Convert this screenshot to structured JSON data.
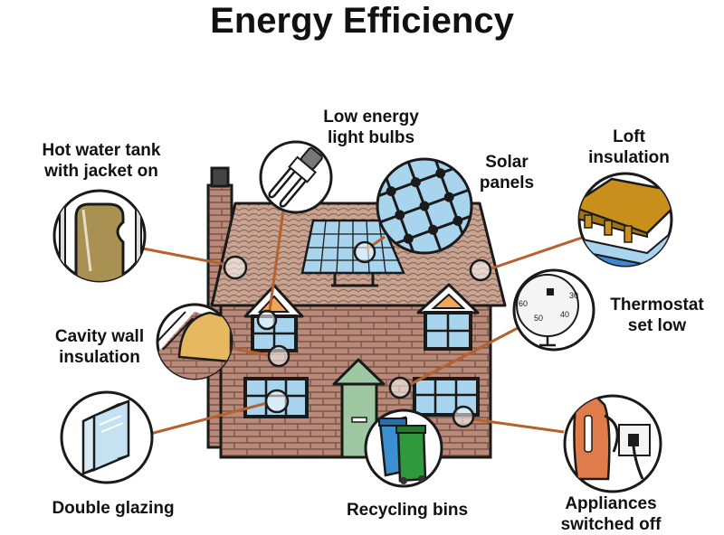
{
  "title": "Energy Efficiency",
  "labels": {
    "hot_water_tank": "Hot water tank\nwith jacket on",
    "low_energy_bulbs": "Low energy\nlight bulbs",
    "solar_panels": "Solar\npanels",
    "loft_insulation": "Loft\ninsulation",
    "cavity_wall": "Cavity wall\ninsulation",
    "thermostat": "Thermostat\nset low",
    "double_glazing": "Double glazing",
    "recycling_bins": "Recycling bins",
    "appliances": "Appliances\nswitched off"
  },
  "thermostat_dial": [
    "60",
    "50",
    "40",
    "30"
  ],
  "colors": {
    "brick": "#b9897a",
    "roof": "#c9a493",
    "outline": "#1a1a1a",
    "connector": "#b5622f",
    "glass": "#a8d4ee",
    "door": "#9fc7a1",
    "bin_blue": "#3c8fd1",
    "bin_green": "#2e9a3d",
    "loft_yellow": "#c88f1c",
    "kettle_orange": "#e07c4b"
  }
}
